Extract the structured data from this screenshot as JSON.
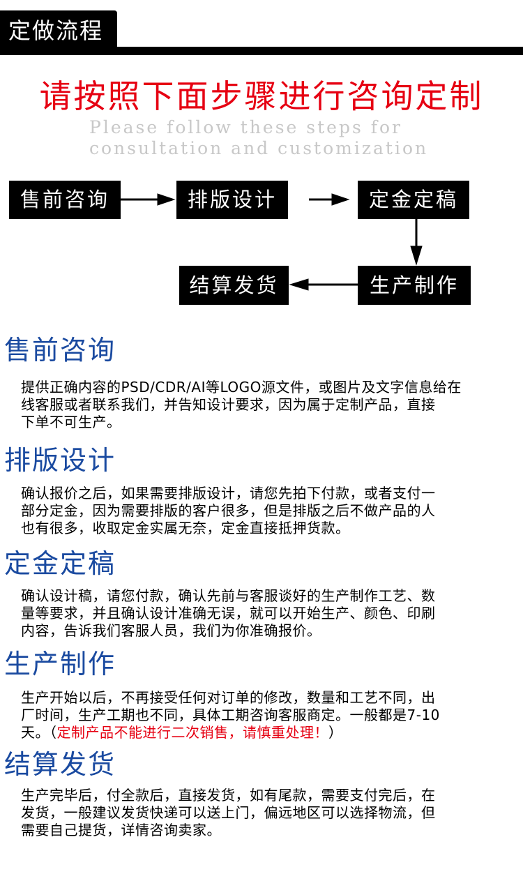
{
  "header": {
    "tab_label": "定做流程"
  },
  "hero": {
    "title": "请按照下面步骤进行咨询定制",
    "subtitle_line1": "Please follow these steps for",
    "subtitle_line2": "consultation and customization"
  },
  "flow": {
    "steps": [
      "售前咨询",
      "排版设计",
      "定金定稿",
      "生产制作",
      "结算发货"
    ]
  },
  "sections": [
    {
      "title": "售前咨询",
      "lines": [
        "提供正确内容的PSD/CDR/AI等LOGO源文件，或图片及文字信息给在",
        "线客服或者联系我们，并告知设计要求，因为属于定制产品，直接",
        "下单不可生产。"
      ]
    },
    {
      "title": "排版设计",
      "lines": [
        "确认报价之后，如果需要排版设计，请您先拍下付款，或者支付一",
        "部分定金，因为需要排版的客户很多，但是排版之后不做产品的人",
        "也有很多，收取定金实属无奈，定金直接抵押货款。"
      ]
    },
    {
      "title": "定金定稿",
      "lines": [
        "确认设计稿，请您付款，确认先前与客服谈好的生产制作工艺、数",
        "量等要求，并且确认设计准确无误，就可以开始生产、颜色、印刷",
        "内容，告诉我们客服人员，我们为你准确报价。"
      ]
    },
    {
      "title": "生产制作",
      "lines": [
        "生产开始以后，不再接受任何对订单的修改，数量和工艺不同，出",
        "厂时间，生产工期也不同，具体工期咨询客服商定。一般都是7-10"
      ],
      "last_line_prefix": "天。（",
      "last_line_warning": "定制产品不能进行二次销售，请慎重处理！",
      "last_line_suffix": "）"
    },
    {
      "title": "结算发货",
      "lines": [
        "生产完毕后，付全款后，直接发货，如有尾款，需要支付完后，在",
        "发货，一般建议发货快递可以送上门，偏远地区可以选择物流，但",
        "需要自己提货，详情咨询卖家。"
      ]
    }
  ],
  "colors": {
    "accent_red": "#e60012",
    "section_blue": "#1a4aa0",
    "subtitle_gray": "#c8c8c8"
  }
}
